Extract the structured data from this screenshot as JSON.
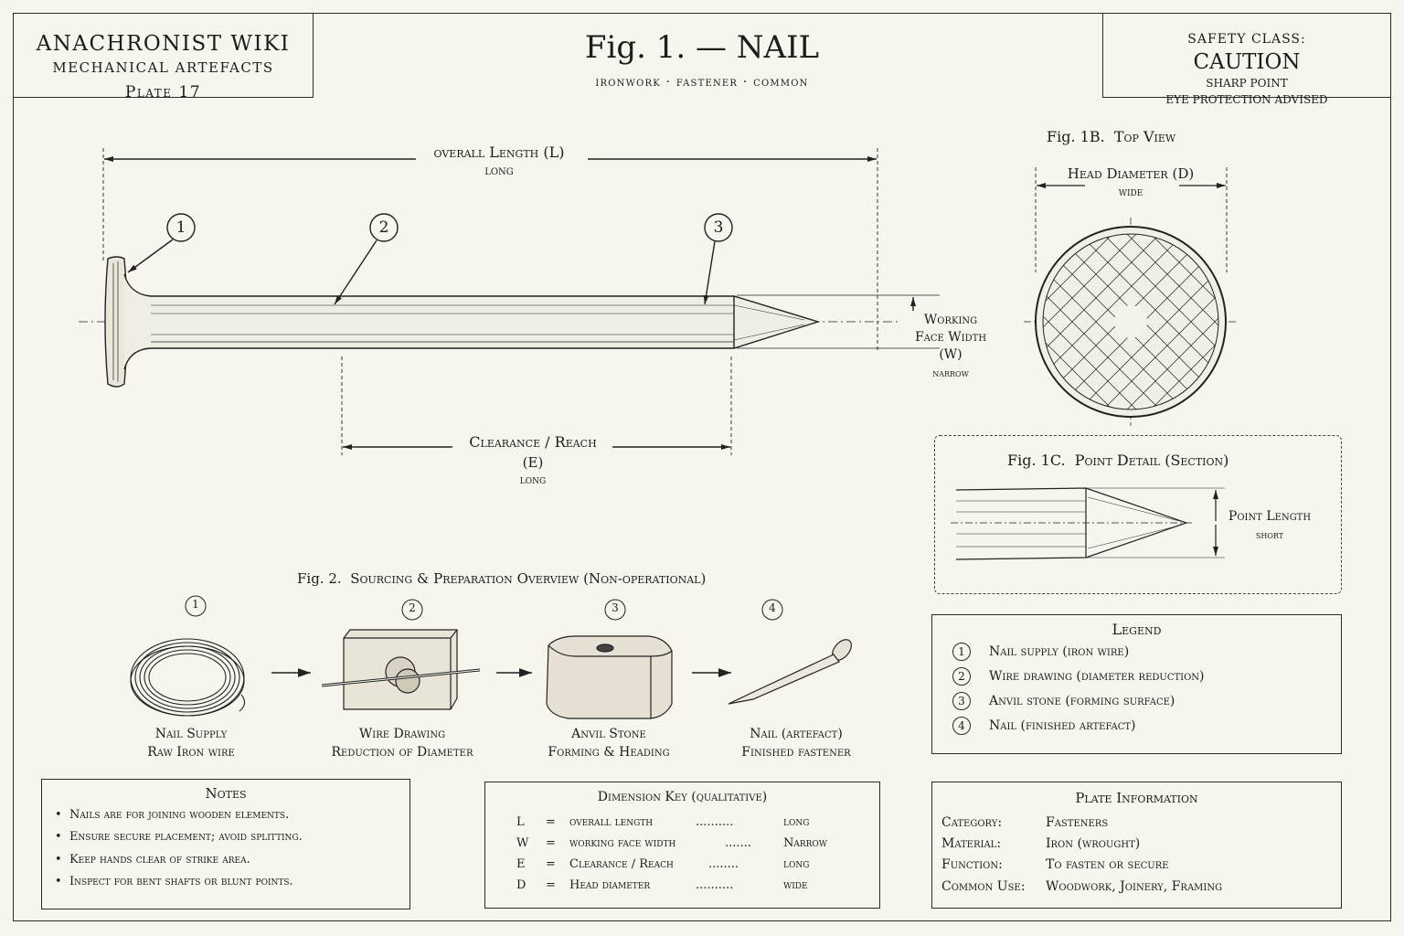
{
  "brand": {
    "name": "ANACHRONIST WIKI",
    "section": "MECHANICAL ARTEFACTS",
    "plate": "Plate 17"
  },
  "header": {
    "title": "Fig. 1. — NAIL",
    "subtitle": "ironwork · fastener · common"
  },
  "safety": {
    "label": "SAFETY CLASS:",
    "level": "CAUTION",
    "line1": "SHARP POINT",
    "line2": "EYE PROTECTION ADVISED"
  },
  "fig1": {
    "length_label": "overall Length (L)",
    "length_value": "long",
    "callouts": [
      "1",
      "2",
      "3"
    ],
    "width_label_1": "Working",
    "width_label_2": "Face Width",
    "width_label_3": "(W)",
    "width_value": "narrow",
    "clearance_label": "Clearance / Reach",
    "clearance_code": "(E)",
    "clearance_value": "long"
  },
  "fig1b": {
    "title": "Fig. 1B.",
    "title2": "Top View",
    "diameter_label": "Head Diameter (D)",
    "diameter_value": "wide"
  },
  "fig1c": {
    "title": "Fig. 1C.",
    "title2": "Point Detail (Section)",
    "point_label": "Point Length",
    "point_value": "short"
  },
  "fig2": {
    "title": "Fig. 2.",
    "title2": "Sourcing & Preparation Overview (Non-operational)",
    "steps": [
      {
        "num": "1",
        "name": "Nail Supply",
        "desc": "Raw Iron wire"
      },
      {
        "num": "2",
        "name": "Wire Drawing",
        "desc": "Reduction of Diameter"
      },
      {
        "num": "3",
        "name": "Anvil Stone",
        "desc": "Forming & Heading"
      },
      {
        "num": "4",
        "name": "Nail (artefact)",
        "desc": "Finished fastener"
      }
    ]
  },
  "legend": {
    "title": "Legend",
    "items": [
      {
        "num": "1",
        "text": "Nail supply (iron wire)"
      },
      {
        "num": "2",
        "text": "Wire drawing (diameter reduction)"
      },
      {
        "num": "3",
        "text": "Anvil stone (forming surface)"
      },
      {
        "num": "4",
        "text": "Nail (finished artefact)"
      }
    ]
  },
  "notes": {
    "title": "Notes",
    "items": [
      "Nails are for joining wooden elements.",
      "Ensure secure placement; avoid splitting.",
      "Keep hands clear of strike area.",
      "Inspect for bent shafts or blunt points."
    ]
  },
  "dimension_key": {
    "title": "Dimension Key (qualitative)",
    "rows": [
      {
        "code": "L",
        "eq": "=",
        "name": "overall length",
        "dots": "..........",
        "value": "long"
      },
      {
        "code": "W",
        "eq": "=",
        "name": "working face width",
        "dots": ".......",
        "value": "Narrow"
      },
      {
        "code": "E",
        "eq": "=",
        "name": "Clearance / Reach",
        "dots": "........",
        "value": "long"
      },
      {
        "code": "D",
        "eq": "=",
        "name": "Head diameter",
        "dots": "..........",
        "value": "wide"
      }
    ]
  },
  "plate_info": {
    "title": "Plate Information",
    "rows": [
      {
        "key": "Category:",
        "value": "Fasteners"
      },
      {
        "key": "Material:",
        "value": "Iron (wrought)"
      },
      {
        "key": "Function:",
        "value": "To fasten or secure"
      },
      {
        "key": "Common Use:",
        "value": "Woodwork, Joinery, Framing"
      }
    ]
  }
}
